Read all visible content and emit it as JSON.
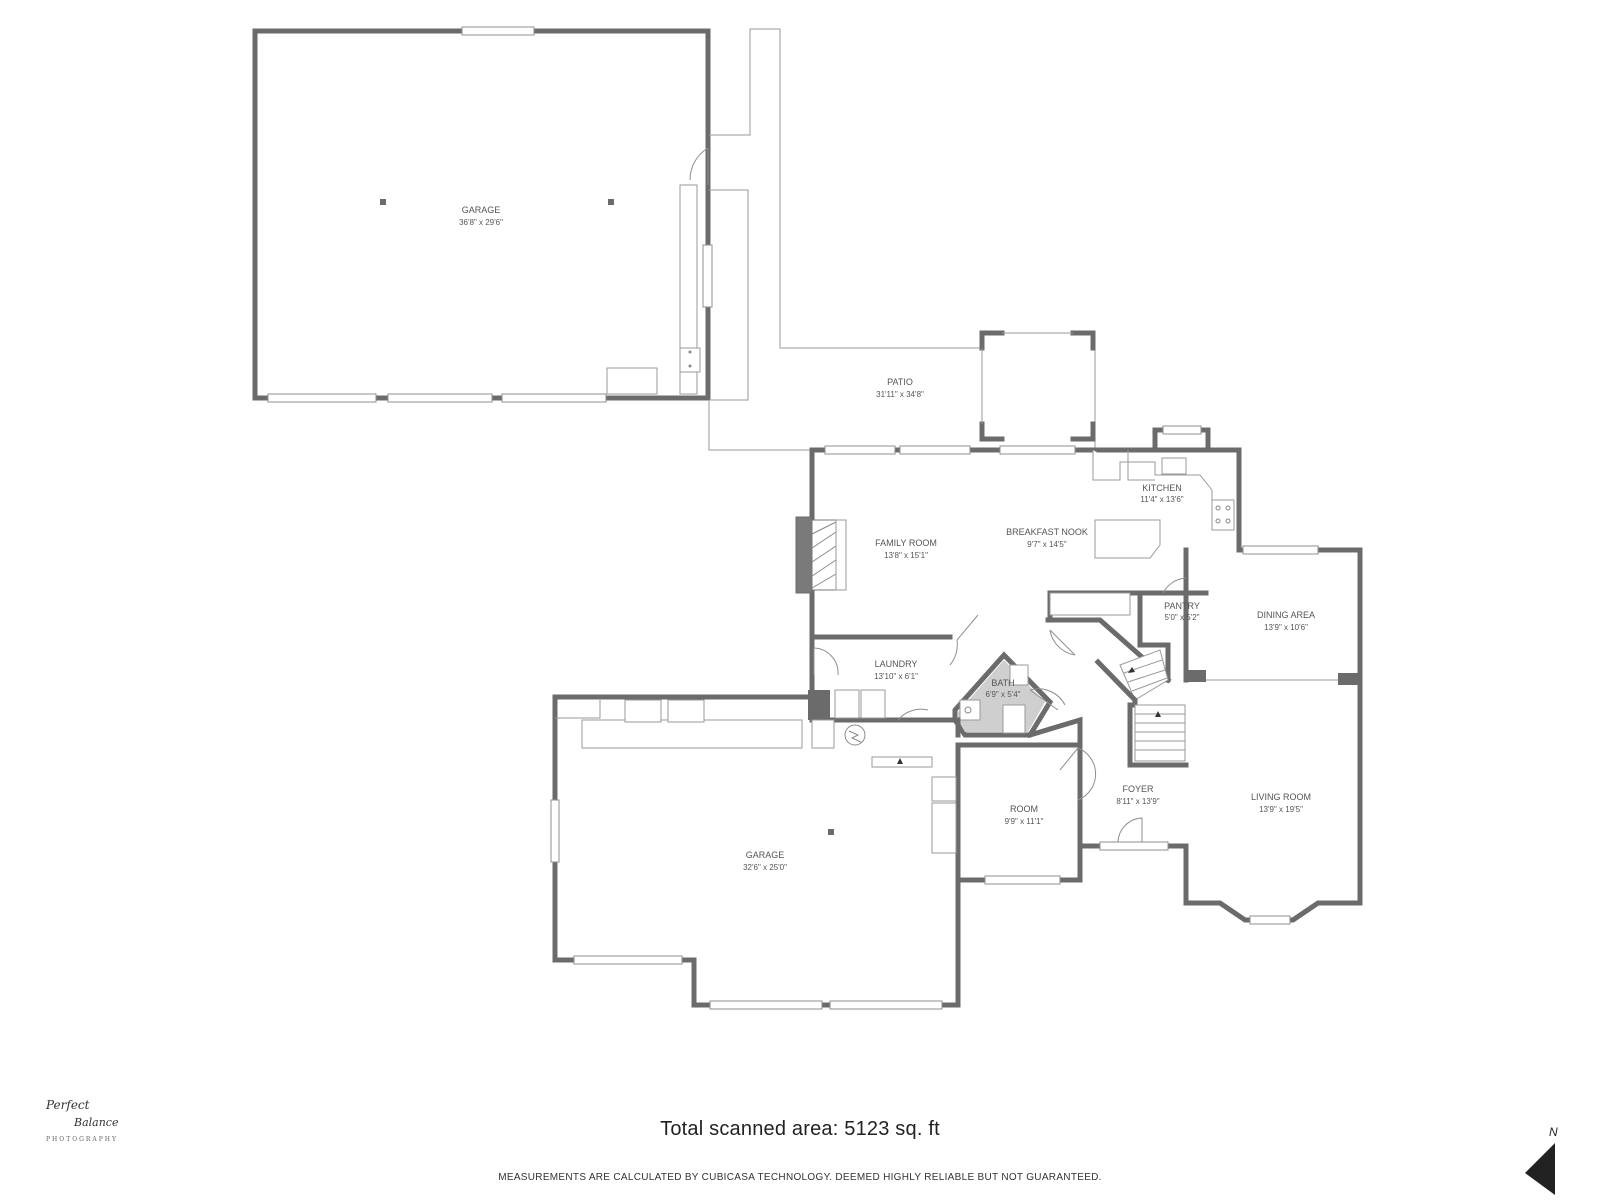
{
  "rooms": {
    "garage_top": {
      "name": "GARAGE",
      "dims": "36'8\" x 29'6\""
    },
    "patio": {
      "name": "PATIO",
      "dims": "31'11\" x 34'8\""
    },
    "kitchen": {
      "name": "KITCHEN",
      "dims": "11'4\" x 13'6\""
    },
    "family_room": {
      "name": "FAMILY ROOM",
      "dims": "13'8\" x 15'1\""
    },
    "breakfast_nook": {
      "name": "BREAKFAST NOOK",
      "dims": "9'7\" x 14'5\""
    },
    "pantry": {
      "name": "PANTRY",
      "dims": "5'0\" x 5'2\""
    },
    "dining_area": {
      "name": "DINING AREA",
      "dims": "13'9\" x 10'6\""
    },
    "laundry": {
      "name": "LAUNDRY",
      "dims": "13'10\" x 6'1\""
    },
    "bath": {
      "name": "BATH",
      "dims": "6'9\" x 5'4\""
    },
    "foyer": {
      "name": "FOYER",
      "dims": "8'11\" x 13'9\""
    },
    "living_room": {
      "name": "LIVING ROOM",
      "dims": "13'9\" x 19'5\""
    },
    "room": {
      "name": "ROOM",
      "dims": "9'9\" x 11'1\""
    },
    "garage_bottom": {
      "name": "GARAGE",
      "dims": "32'6\" x 25'0\""
    }
  },
  "total_area": "Total scanned area: 5123 sq. ft",
  "disclaimer": "MEASUREMENTS ARE CALCULATED BY CUBICASA TECHNOLOGY. DEEMED HIGHLY RELIABLE BUT NOT GUARANTEED.",
  "logo": {
    "line1": "Perfect",
    "line2": "Balance",
    "line3": "PHOTOGRAPHY"
  },
  "compass": {
    "label": "N"
  },
  "colors": {
    "wall": "#6b6b6b",
    "fixture": "#9a9a9a",
    "text": "#555555"
  }
}
